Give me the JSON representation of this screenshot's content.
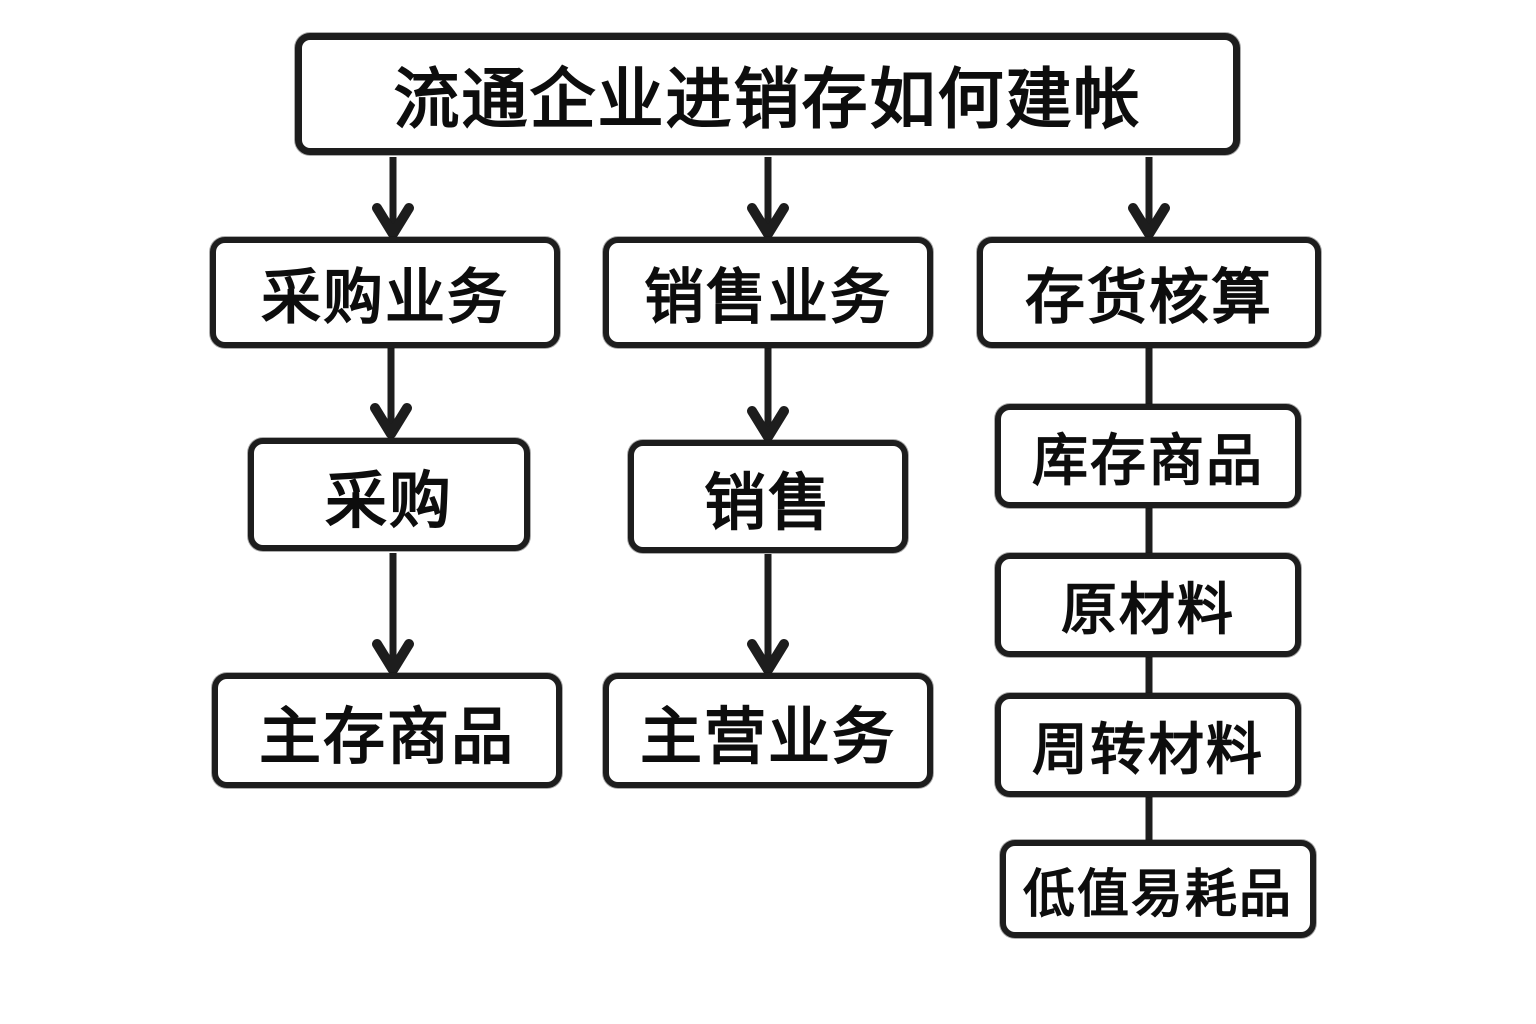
{
  "diagram": {
    "title": "流通企业进销存如何建帐",
    "columns": [
      {
        "nodes": [
          "采购业务",
          "采购",
          "主存商品"
        ]
      },
      {
        "nodes": [
          "销售业务",
          "销售",
          "主营业务"
        ]
      },
      {
        "nodes": [
          "存货核算",
          "库存商品",
          "原材料",
          "周转材料",
          "低值易耗品"
        ]
      }
    ],
    "colors": {
      "line": "#1d1d1d",
      "box_border": "#1d1d1d",
      "box_fill": "#ffffff",
      "text": "#0d0d0d",
      "background": "#ffffff"
    }
  }
}
